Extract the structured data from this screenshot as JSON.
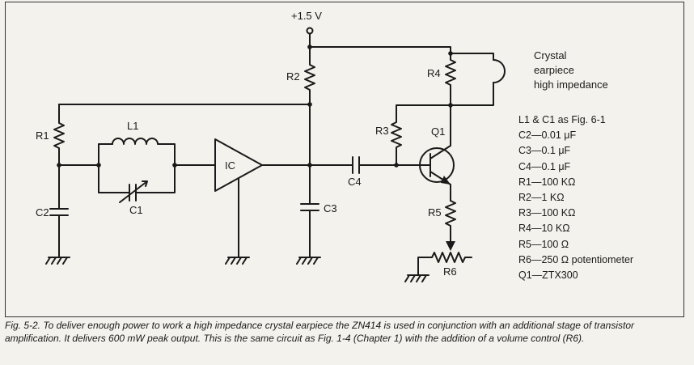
{
  "supply_label": "+1.5 V",
  "earpiece_label": [
    "Crystal",
    "earpiece",
    "high impedance"
  ],
  "components": {
    "R1": "R1",
    "R2": "R2",
    "R3": "R3",
    "R4": "R4",
    "R5": "R5",
    "R6": "R6",
    "L1": "L1",
    "C1": "C1",
    "C2": "C2",
    "C3": "C3",
    "C4": "C4",
    "IC": "IC",
    "Q1": "Q1"
  },
  "parts_list": [
    "L1 & C1 as Fig. 6-1",
    "C2—0.01 μF",
    "C3—0.1 μF",
    "C4—0.1 μF",
    "R1—100 KΩ",
    "R2—1 KΩ",
    "R3—100 KΩ",
    "R4—10 KΩ",
    "R5—100 Ω",
    "R6—250 Ω potentiometer",
    "Q1—ZTX300"
  ],
  "caption": "Fig. 5-2. To deliver enough power to work a high impedance crystal earpiece the ZN414 is used in conjunction with an additional stage of transistor amplification. It delivers 600 mW  peak output. This is the same circuit  as Fig. 1-4 (Chapter 1) with the addition of a volume control (R6)."
}
